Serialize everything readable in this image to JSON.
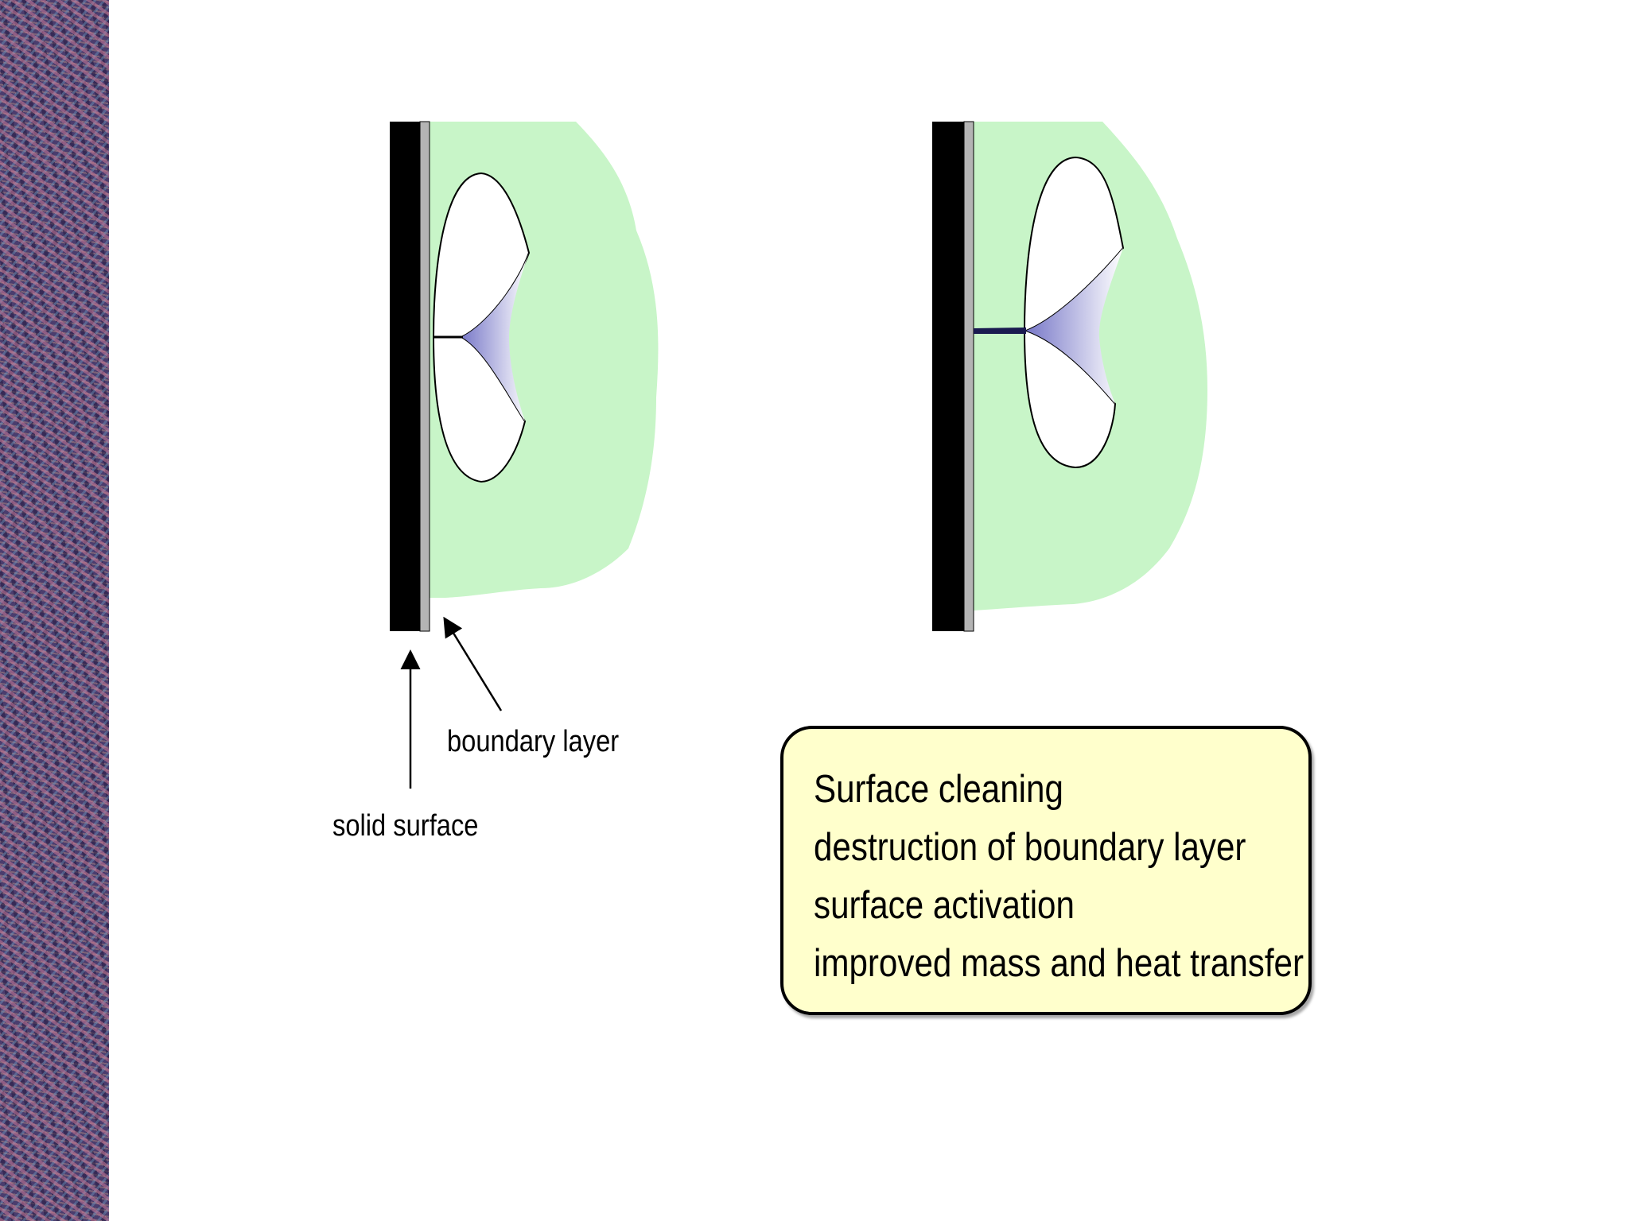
{
  "colors": {
    "liquid": "#c8f5c8",
    "solid_surface": "#000000",
    "boundary_layer": "#b4b4b4",
    "jet_gradient_dark": "#7878c8",
    "box_fill": "#ffffcc"
  },
  "labels": {
    "boundary_layer": "boundary layer",
    "solid_surface": "solid surface"
  },
  "effects_box": {
    "items": [
      "Surface cleaning",
      "destruction of boundary layer",
      "surface activation",
      "improved mass and heat transfer"
    ]
  }
}
